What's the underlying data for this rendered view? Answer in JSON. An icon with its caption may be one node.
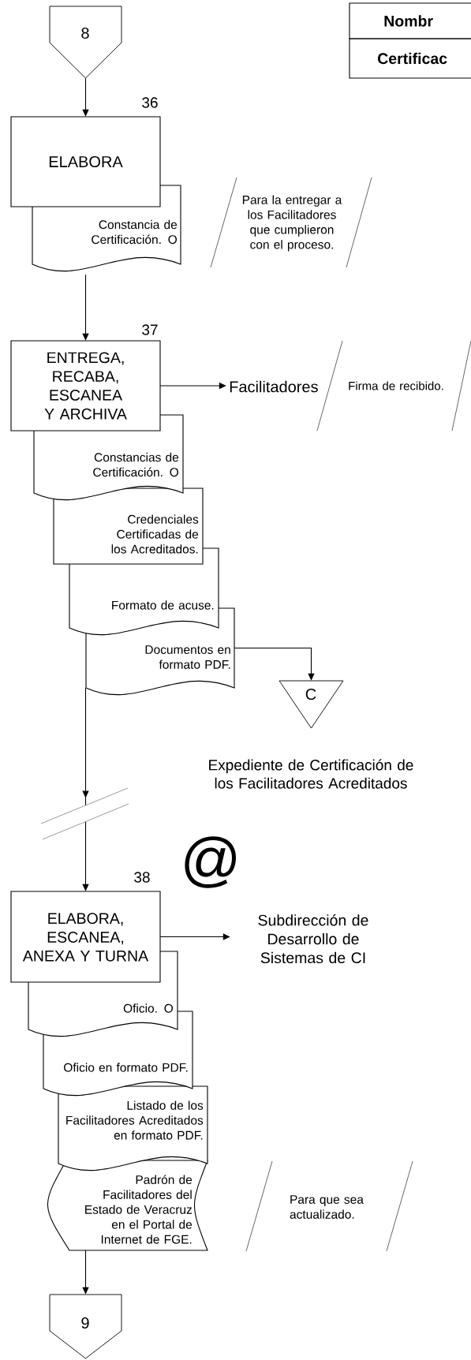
{
  "diagram": {
    "nodes": [
      {
        "text": [
          "8"
        ]
      },
      {
        "text": [
          "ELABORA"
        ],
        "beside": [
          "36"
        ]
      },
      {
        "text": [
          "Constancia de Certificación. O"
        ]
      },
      {
        "text": [
          "Para la entregar a los Facilitadores que cumplieron con el proceso."
        ]
      },
      {
        "text": [
          "ENTREGA, RECABA, ESCANEA Y ARCHIVA"
        ],
        "beside": [
          "37"
        ]
      },
      {
        "text": [
          "Facilitadores"
        ]
      },
      {
        "text": [
          "Firma de recibido."
        ]
      },
      {
        "text": [
          "Constancias de Certificación. O"
        ]
      },
      {
        "text": [
          "Credenciales Certificadas de los Acreditados."
        ]
      },
      {
        "text": [
          "Formato de acuse."
        ]
      },
      {
        "text": [
          "Documentos en formato PDF."
        ]
      },
      {
        "text": [
          "C"
        ],
        "beside": [
          "Expediente de Certificación de los Facilitadores Acreditados"
        ]
      },
      {
        "text": [
          "ELABORA, ESCANEA, ANEXA Y TURNA"
        ],
        "beside": [
          "38"
        ]
      },
      {
        "text": [
          "Subdirección de Desarrollo de Sistemas de CI"
        ]
      },
      {
        "text": [
          "Oficio. O"
        ]
      },
      {
        "text": [
          "Oficio en formato PDF."
        ]
      },
      {
        "text": [
          "Listado de los Facilitadores Acreditados en formato PDF."
        ]
      },
      {
        "text": [
          "Padrón de Facilitadores del Estado de Veracruz en el Portal de Internet de FGE."
        ]
      },
      {
        "text": [
          "Para que sea actualizado."
        ]
      },
      {
        "text": [
          "9"
        ]
      }
    ],
    "edges": [
      {
        "from": 0,
        "to": 1,
        "arrow": "to"
      },
      {
        "from": 2,
        "to": 4,
        "arrow": "to"
      },
      {
        "from": 4,
        "to": 5,
        "arrow": "to"
      },
      {
        "from": 10,
        "to": 11,
        "arrow": "to"
      },
      {
        "from": 10,
        "to": 12,
        "arrow": "to"
      },
      {
        "from": 12,
        "to": 13,
        "arrow": "to"
      },
      {
        "from": 17,
        "to": 19,
        "arrow": "to"
      }
    ],
    "labels": [
      "Nombr",
      "Certificac",
      "@"
    ]
  }
}
